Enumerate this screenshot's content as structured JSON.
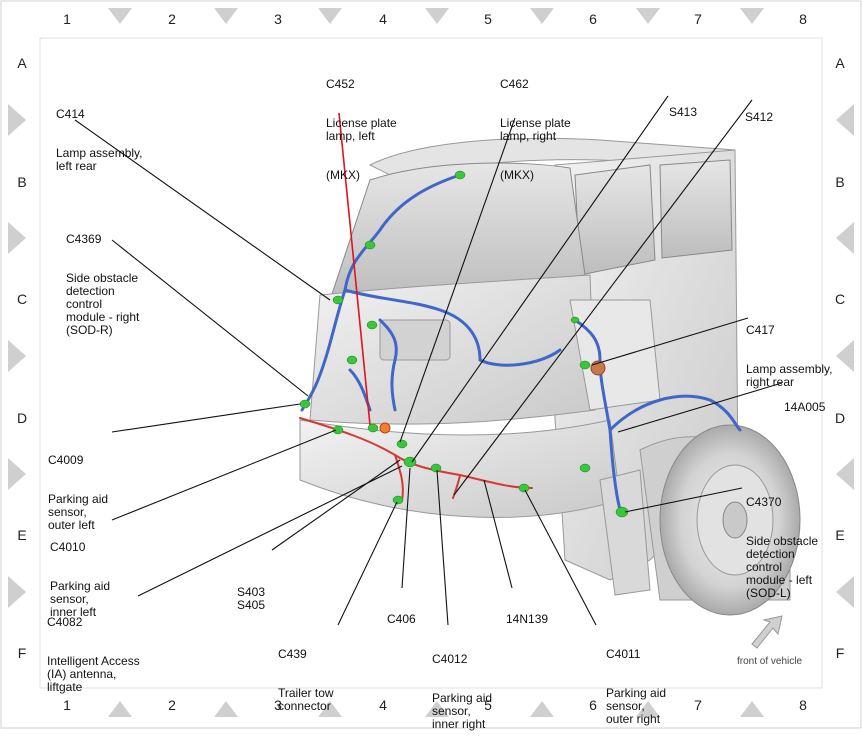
{
  "grid": {
    "columns": [
      "1",
      "2",
      "3",
      "4",
      "5",
      "6",
      "7",
      "8"
    ],
    "rows": [
      "A",
      "B",
      "C",
      "D",
      "E",
      "F"
    ]
  },
  "labels": {
    "c452": {
      "code": "C452",
      "name": "License plate\nlamp, left",
      "variant": "(MKX)"
    },
    "c462": {
      "code": "C462",
      "name": "License plate\nlamp, right",
      "variant": "(MKX)"
    },
    "s413": {
      "code": "S413"
    },
    "s412": {
      "code": "S412"
    },
    "c414": {
      "code": "C414",
      "name": "Lamp assembly,\nleft rear"
    },
    "c4369": {
      "code": "C4369",
      "name": "Side obstacle\ndetection\ncontrol\nmodule - right\n(SOD-R)"
    },
    "c417": {
      "code": "C417",
      "name": "Lamp assembly,\nright rear"
    },
    "h14a005": {
      "code": "14A005"
    },
    "c4009": {
      "code": "C4009",
      "name": "Parking aid\nsensor,\nouter left"
    },
    "c4370": {
      "code": "C4370",
      "name": "Side obstacle\ndetection\ncontrol\nmodule - left\n(SOD-L)"
    },
    "c4010": {
      "code": "C4010",
      "name": "Parking aid\nsensor,\ninner left"
    },
    "s403": {
      "code": "S403\nS405"
    },
    "c4082": {
      "code": "C4082",
      "name": "Intelligent Access\n(IA) antenna,\nliftgate"
    },
    "c406": {
      "code": "C406"
    },
    "h14n139": {
      "code": "14N139"
    },
    "c439": {
      "code": "C439",
      "name": "Trailer tow\nconnector"
    },
    "c4012": {
      "code": "C4012",
      "name": "Parking aid\nsensor,\ninner right"
    },
    "c4011": {
      "code": "C4011",
      "name": "Parking aid\nsensor,\nouter right"
    }
  },
  "front_of_vehicle": "front of vehicle",
  "colors": {
    "harness": "#3f66c8",
    "harness_red": "#d23a34",
    "connector": "#39c63c",
    "highlight": "#e0141e",
    "body": "#d9d9d9",
    "border_tri": "#cfcfcf",
    "callout_line": "#111111"
  }
}
